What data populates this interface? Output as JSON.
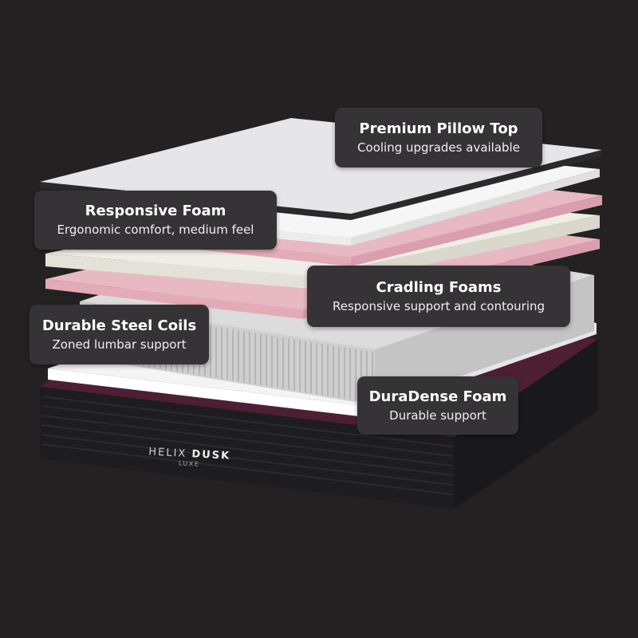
{
  "labels": [
    {
      "title": "Premium Pillow Top",
      "subtitle": "Cooling upgrades available"
    },
    {
      "title": "Responsive Foam",
      "subtitle": "Ergonomic comfort, medium feel"
    },
    {
      "title": "Cradling Foams",
      "subtitle": "Responsive support and contouring"
    },
    {
      "title": "Durable Steel Coils",
      "subtitle": "Zoned lumbar support"
    },
    {
      "title": "DuraDense Foam",
      "subtitle": "Durable support"
    }
  ],
  "brand": {
    "name_light": "HELIX",
    "name_bold": "DUSK",
    "line": "LUXE"
  },
  "colors": {
    "background": "#232122",
    "label_bg": "#353335",
    "pink": "#e8b9c3",
    "maroon": "#4e1f33"
  }
}
